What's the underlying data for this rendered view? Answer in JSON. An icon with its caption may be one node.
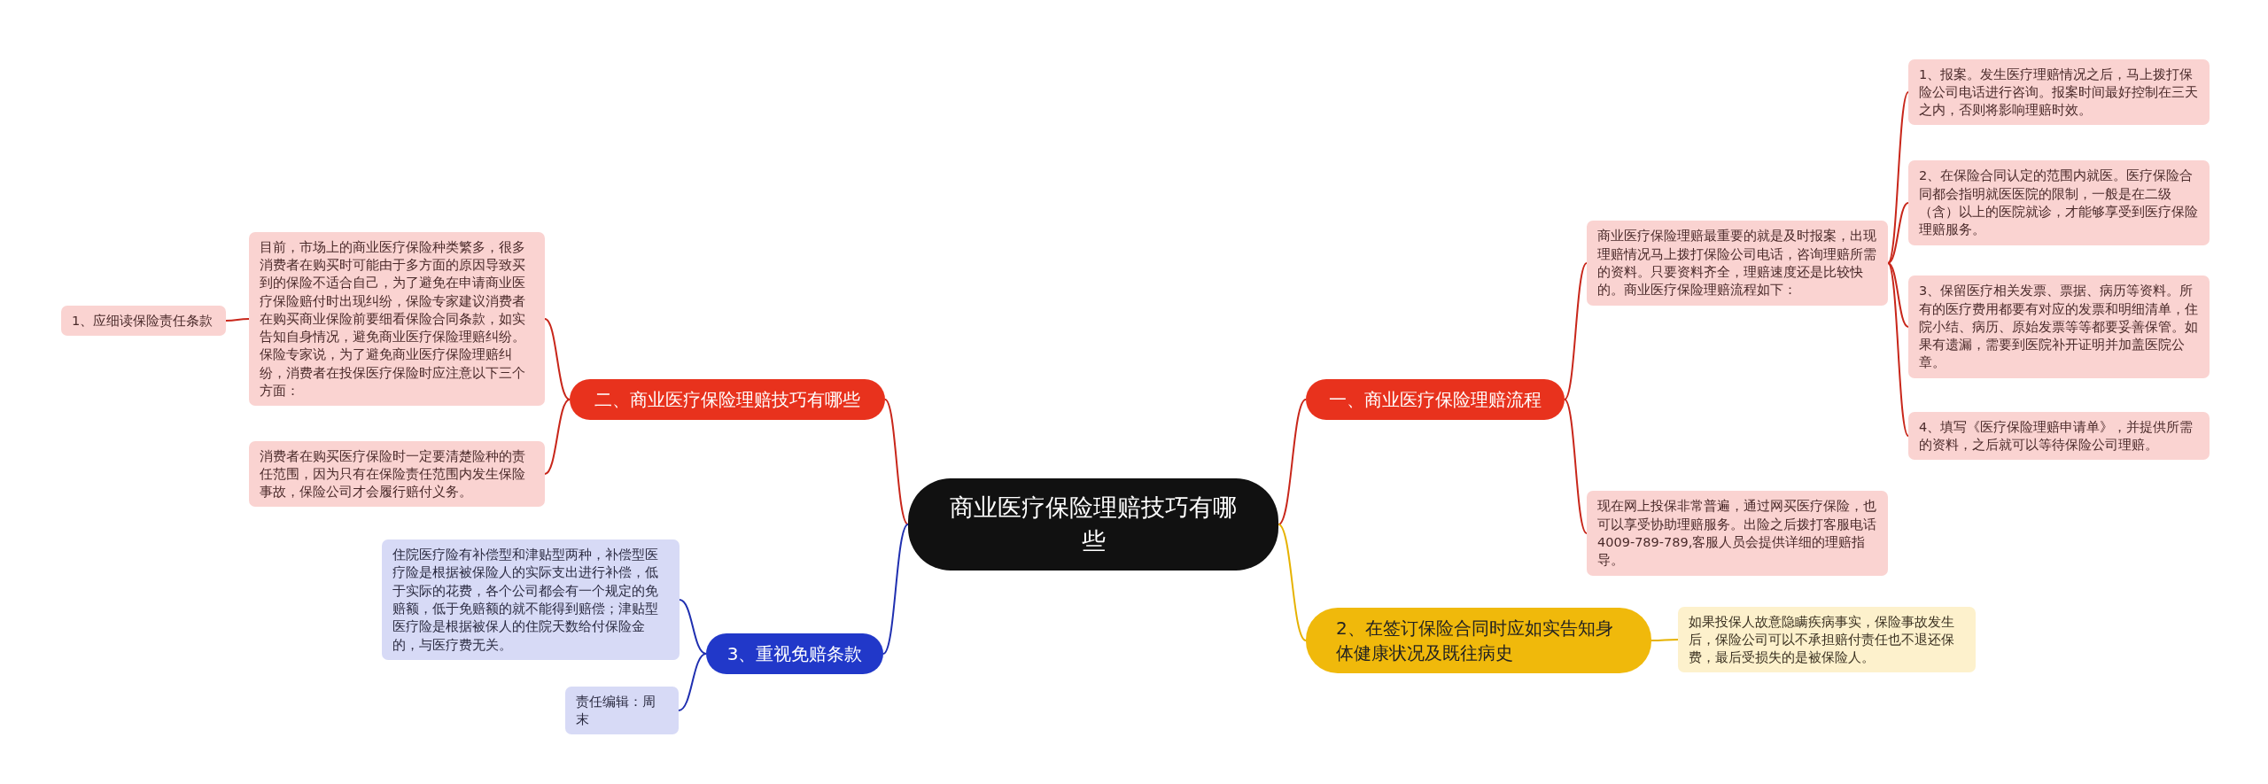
{
  "diagram": {
    "nodes": [
      {
        "text": [
          "商业医疗保险理赔技巧有哪些"
        ]
      },
      {
        "text": [
          "一、商业医疗保险理赔流程"
        ]
      },
      {
        "text": [
          "商业医疗保险理赔最重要的就是及时报案，出现理赔情况马上拨打保险公司电话，咨询理赔所需的资料。只要资料齐全，理赔速度还是比较快的。商业医疗保险理赔流程如下："
        ]
      },
      {
        "text": [
          "1、报案。发生医疗理赔情况之后，马上拨打保险公司电话进行咨询。报案时间最好控制在三天之内，否则将影响理赔时效。"
        ]
      },
      {
        "text": [
          "2、在保险合同认定的范围内就医。医疗保险合同都会指明就医医院的限制，一般是在二级（含）以上的医院就诊，才能够享受到医疗保险理赔服务。"
        ]
      },
      {
        "text": [
          "3、保留医疗相关发票、票据、病历等资料。所有的医疗费用都要有对应的发票和明细清单，住院小结、病历、原始发票等等都要妥善保管。如果有遗漏，需要到医院补开证明并加盖医院公章。"
        ]
      },
      {
        "text": [
          "4、填写《医疗保险理赔申请单》，并提供所需的资料，之后就可以等待保险公司理赔。"
        ]
      },
      {
        "text": [
          "现在网上投保非常普遍，通过网买医疗保险，也可以享受协助理赔服务。出险之后拨打客服电话4009-789-789,客服人员会提供详细的理赔指导。"
        ]
      },
      {
        "text": [
          "二、商业医疗保险理赔技巧有哪些"
        ]
      },
      {
        "text": [
          "目前，市场上的商业医疗保险种类繁多，很多消费者在购买时可能由于多方面的原因导致买到的保险不适合自己，为了避免在申请商业医疗保险赔付时出现纠纷，保险专家建议消费者在购买商业保险前要细看保险合同条款，如实告知自身情况，避免商业医疗保险理赔纠纷。保险专家说，为了避免商业医疗保险理赔纠纷，消费者在投保医疗保险时应注意以下三个方面："
        ]
      },
      {
        "text": [
          "1、应细读保险责任条款"
        ]
      },
      {
        "text": [
          "消费者在购买医疗保险时一定要清楚险种的责任范围，因为只有在保险责任范围内发生保险事故，保险公司才会履行赔付义务。"
        ]
      },
      {
        "text": [
          "2、在签订保险合同时应如实告知身体健康状况及既往病史"
        ]
      },
      {
        "text": [
          "如果投保人故意隐瞒疾病事实，保险事故发生后，保险公司可以不承担赔付责任也不退还保费，最后受损失的是被保险人。"
        ]
      },
      {
        "text": [
          "3、重视免赔条款"
        ]
      },
      {
        "text": [
          "住院医疗险有补偿型和津贴型两种，补偿型医疗险是根据被保险人的实际支出进行补偿，低于实际的花费，各个公司都会有一个规定的免赔额，低于免赔额的就不能得到赔偿；津贴型医疗险是根据被保人的住院天数给付保险金的，与医疗费无关。"
        ]
      },
      {
        "text": [
          "责任编辑：周末"
        ]
      }
    ],
    "edges": [
      {
        "from": 0,
        "to": 1,
        "arrow": "none"
      },
      {
        "from": 1,
        "to": 2,
        "arrow": "none"
      },
      {
        "from": 2,
        "to": 3,
        "arrow": "none"
      },
      {
        "from": 2,
        "to": 4,
        "arrow": "none"
      },
      {
        "from": 2,
        "to": 5,
        "arrow": "none"
      },
      {
        "from": 2,
        "to": 6,
        "arrow": "none"
      },
      {
        "from": 1,
        "to": 7,
        "arrow": "none"
      },
      {
        "from": 0,
        "to": 8,
        "arrow": "none"
      },
      {
        "from": 8,
        "to": 9,
        "arrow": "none"
      },
      {
        "from": 9,
        "to": 10,
        "arrow": "none"
      },
      {
        "from": 8,
        "to": 11,
        "arrow": "none"
      },
      {
        "from": 0,
        "to": 12,
        "arrow": "none",
        "color": "#e6b200"
      },
      {
        "from": 12,
        "to": 13,
        "arrow": "none",
        "color": "#e6b200"
      },
      {
        "from": 0,
        "to": 14,
        "arrow": "none",
        "color": "#1f2fb0"
      },
      {
        "from": 14,
        "to": 15,
        "arrow": "none",
        "color": "#1f2fb0"
      },
      {
        "from": 14,
        "to": 16,
        "arrow": "none",
        "color": "#1f2fb0"
      }
    ]
  }
}
